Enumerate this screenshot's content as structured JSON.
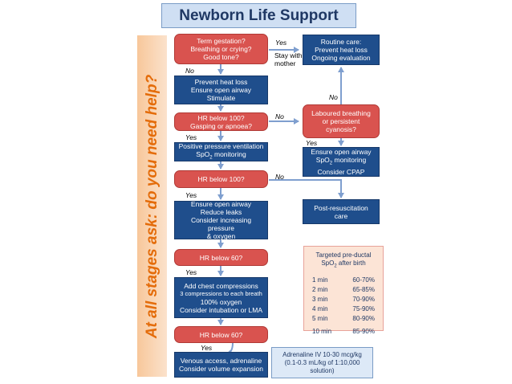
{
  "title": "Newborn Life Support",
  "sidebar": "At all stages ask: do you need help?",
  "left_boxes": {
    "b1": "Term gestation?\nBreathing or crying?\nGood tone?",
    "b2": "Prevent heat loss\nEnsure open airway\nStimulate",
    "b3": "HR below 100?\nGasping or apnoea?",
    "b4_line1": "Positive pressure ventilation",
    "b4_line2": "SpO",
    "b4_sub": "2",
    "b4_line2b": " monitoring",
    "b5": "HR below 100?",
    "b6": "Ensure open airway\nReduce leaks\nConsider increasing pressure\n& oxygen",
    "b7": "HR below 60?",
    "b8_line1": "Add chest compressions",
    "b8_line2": "3 compressions to each breath",
    "b8_line3": "100% oxygen",
    "b8_line4": "Consider intubation or LMA",
    "b9": "HR below 60?",
    "b10": "Venous access, adrenaline\nConsider volume expansion"
  },
  "right_boxes": {
    "routine": "Routine care:\nPrevent heat loss\nOngoing evaluation",
    "laboured": "Laboured breathing\nor persistent\ncyanosis?",
    "cpap_line1": "Ensure open airway",
    "cpap_line2": "SpO",
    "cpap_sub": "2",
    "cpap_line2b": " monitoring",
    "cpap_line3": "Consider CPAP",
    "post": "Post-resuscitation\ncare"
  },
  "labels": {
    "yes1": "Yes",
    "stay": "Stay with\nmother",
    "no1": "No",
    "no2": "No",
    "no_right": "No",
    "yes2": "Yes",
    "yes_right": "Yes",
    "no3": "No",
    "yes3": "Yes",
    "yes4": "Yes",
    "yes5": "Yes"
  },
  "spo2": {
    "title1": "Targeted pre-ductal",
    "title2a": "SpO",
    "title2sub": "2",
    "title2b": " after birth",
    "rows": [
      {
        "time": "1 min",
        "range": "60-70%"
      },
      {
        "time": "2 min",
        "range": "65-85%"
      },
      {
        "time": "3 min",
        "range": "70-90%"
      },
      {
        "time": "4 min",
        "range": "75-90%"
      },
      {
        "time": "5 min",
        "range": "80-90%"
      },
      {
        "time": "10 min",
        "range": "85-90%"
      }
    ]
  },
  "adrenaline": "Adrenaline IV 10-30 mcg/kg\n(0.1-0.3 mL/kg of 1:10,000\nsolution)",
  "colors": {
    "red": "#d9534f",
    "blue": "#1f4e8c",
    "arrow": "#7f9fcf",
    "sidebar": "#e46c0a"
  }
}
